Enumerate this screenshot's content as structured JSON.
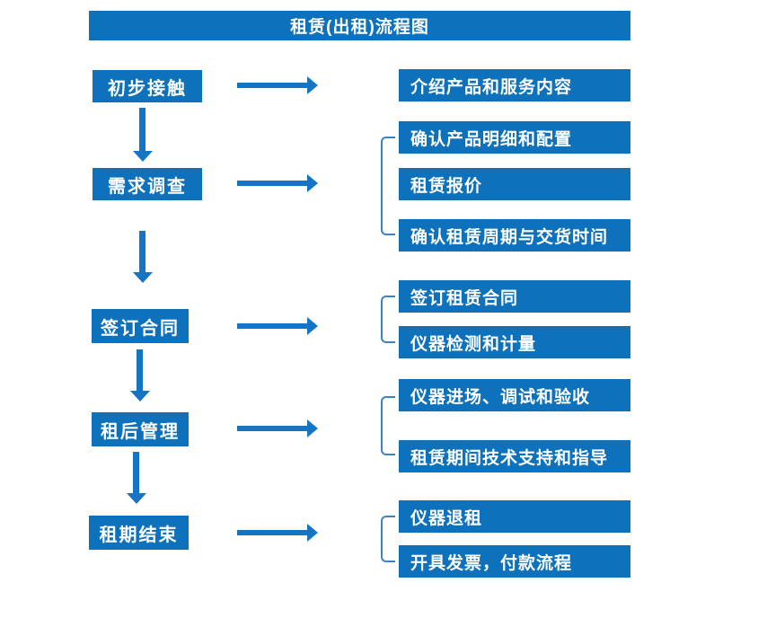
{
  "title": "租赁(出租)流程图",
  "colors": {
    "box": "#0d71bb",
    "arrow": "#1674c4",
    "bracket": "#3d83c4",
    "text": "#ffffff",
    "bg": "#ffffff"
  },
  "chart_data": {
    "type": "flowchart",
    "title": "租赁(出租)流程图",
    "direction": "top-to-bottom",
    "stages": [
      "初步接触",
      "需求调查",
      "签订合同",
      "租后管理",
      "租期结束"
    ]
  },
  "flow": {
    "stages": [
      {
        "name": "初步接触",
        "details": [
          "介绍产品和服务内容"
        ]
      },
      {
        "name": "需求调查",
        "details": [
          "确认产品明细和配置",
          "租赁报价",
          "确认租赁周期与交货时间"
        ]
      },
      {
        "name": "签订合同",
        "details": [
          "签订租赁合同",
          "仪器检测和计量"
        ]
      },
      {
        "name": "租后管理",
        "details": [
          "仪器进场、调试和验收",
          "租赁期间技术支持和指导"
        ]
      },
      {
        "name": "租期结束",
        "details": [
          "仪器退租",
          "开具发票，付款流程"
        ]
      }
    ]
  }
}
